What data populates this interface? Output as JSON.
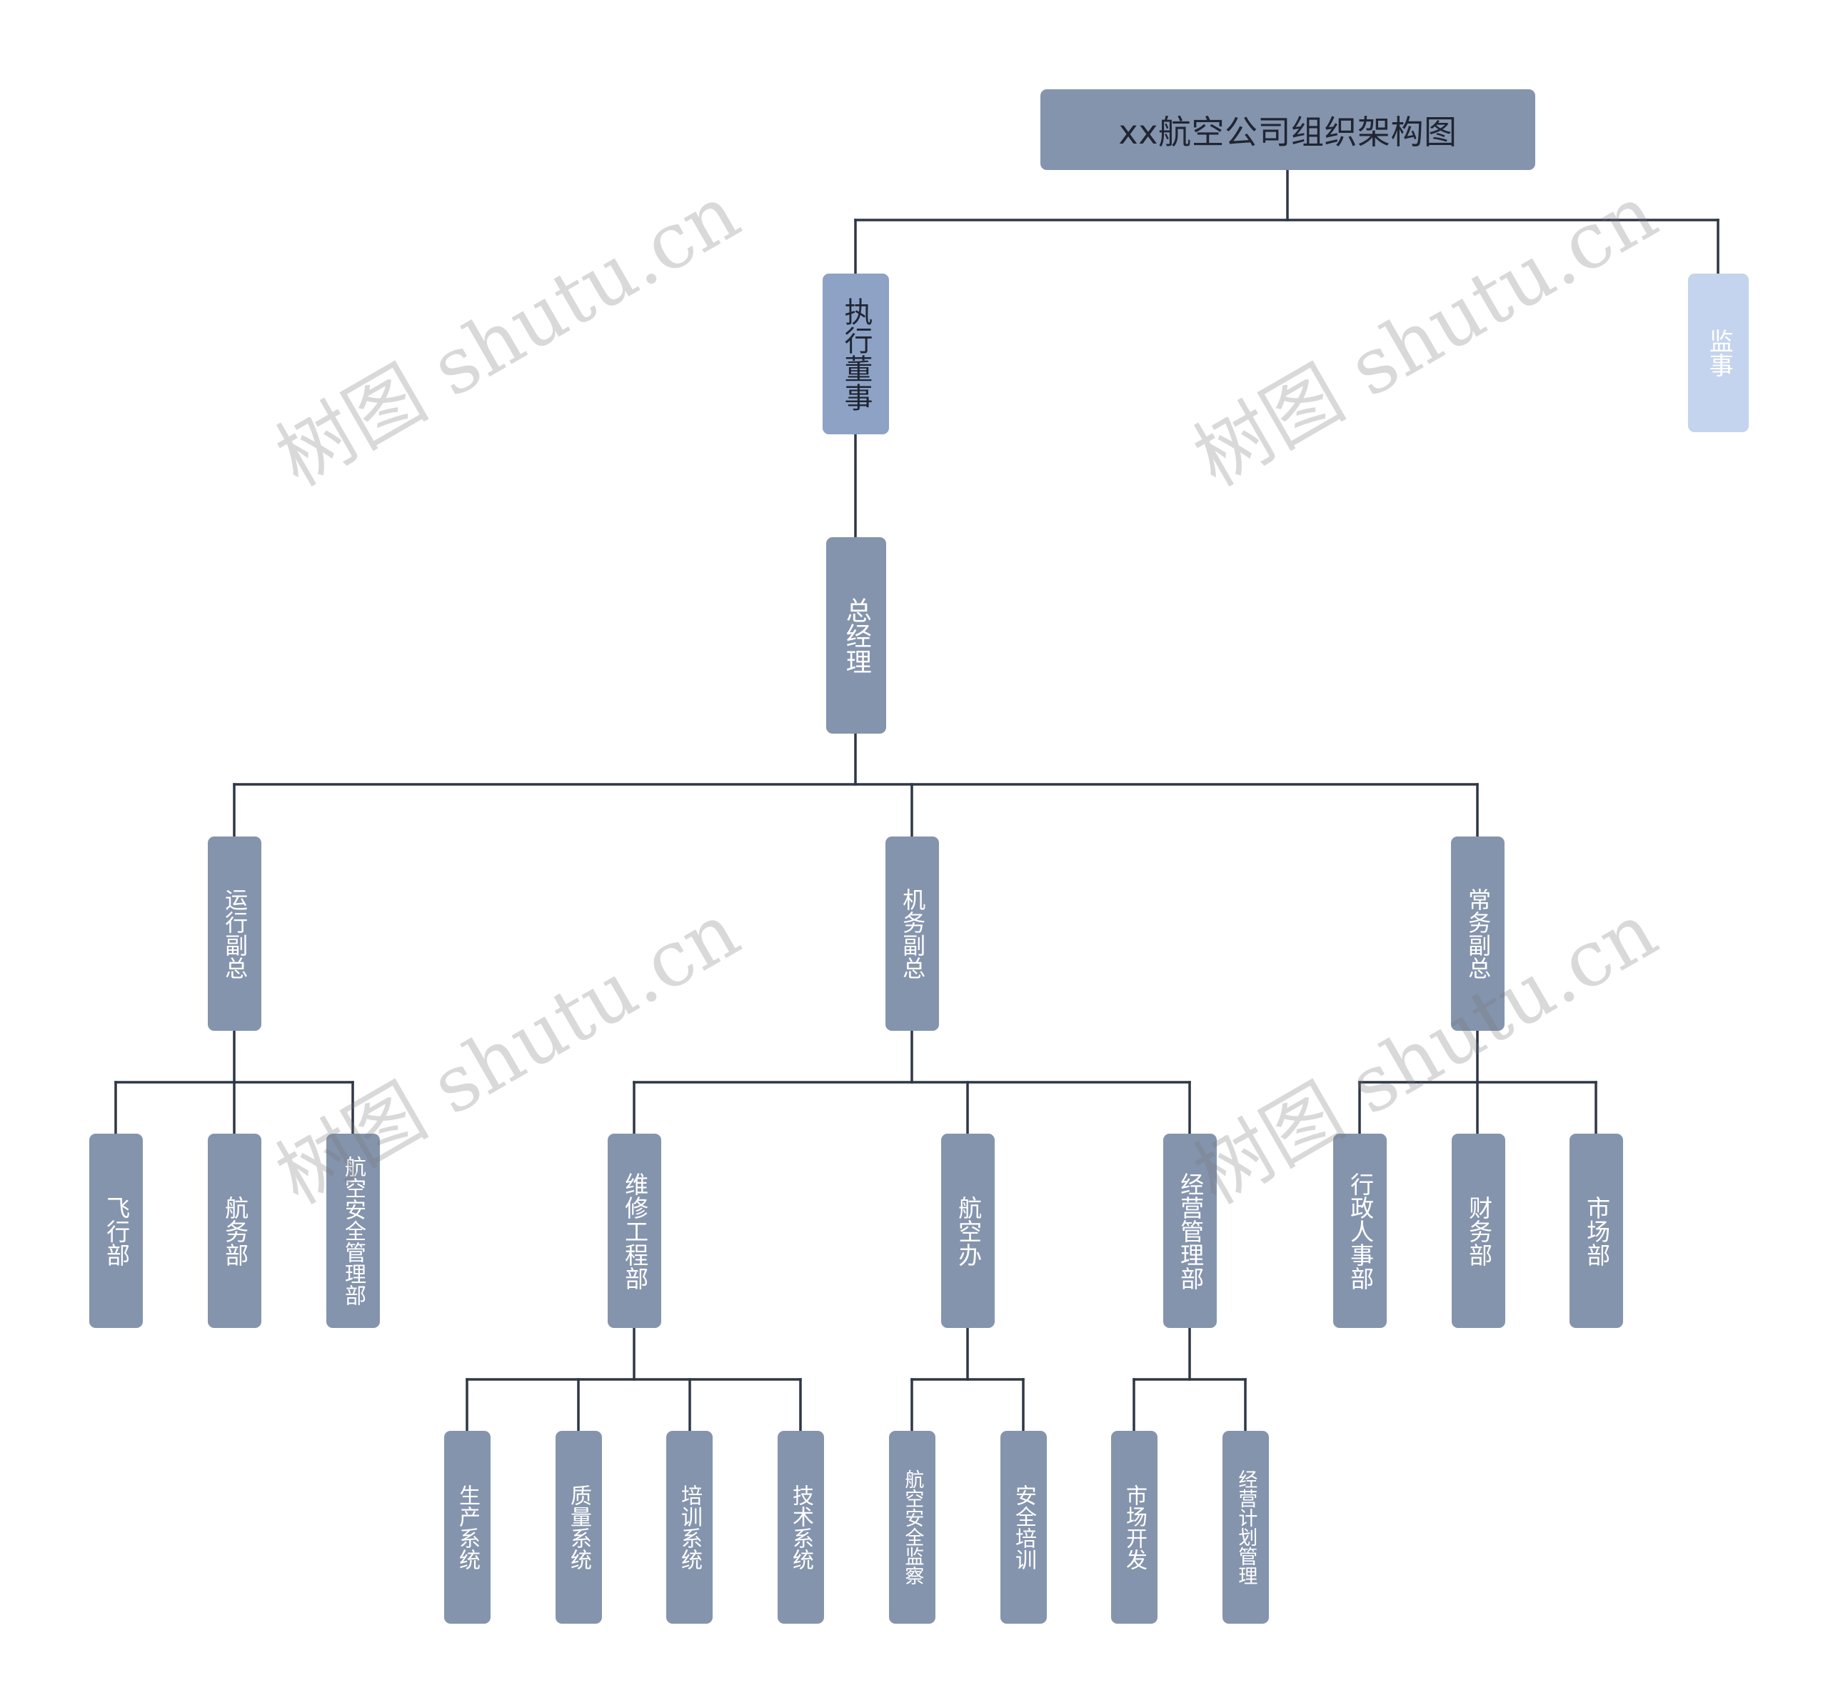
{
  "colors": {
    "line": "#2f3645",
    "node": "#8594ad",
    "node_mid": "#8da2c4",
    "node_light": "#c4d4ee",
    "text_dark": "#1f2533",
    "text_light": "#ffffff"
  },
  "watermark": "树图 shutu.cn",
  "nodes": {
    "root": "xx航空公司组织架构图",
    "exec": "执行董事",
    "supervisor": "监事",
    "gm": "总经理",
    "vp_ops": "运行副总",
    "vp_eng": "机务副总",
    "vp_gen": "常务副总",
    "flight": "飞行部",
    "airservice": "航务部",
    "safety_mgmt": "航空安全管理部",
    "maint": "维修工程部",
    "aviation_office": "航空办",
    "biz_mgmt": "经营管理部",
    "admin_hr": "行政人事部",
    "finance": "财务部",
    "market": "市场部",
    "production": "生产系统",
    "quality": "质量系统",
    "training_sys": "培训系统",
    "tech_sys": "技术系统",
    "safety_inspect": "航空安全监察",
    "safety_train": "安全培训",
    "market_dev": "市场开发",
    "biz_plan": "经营计划管理"
  }
}
